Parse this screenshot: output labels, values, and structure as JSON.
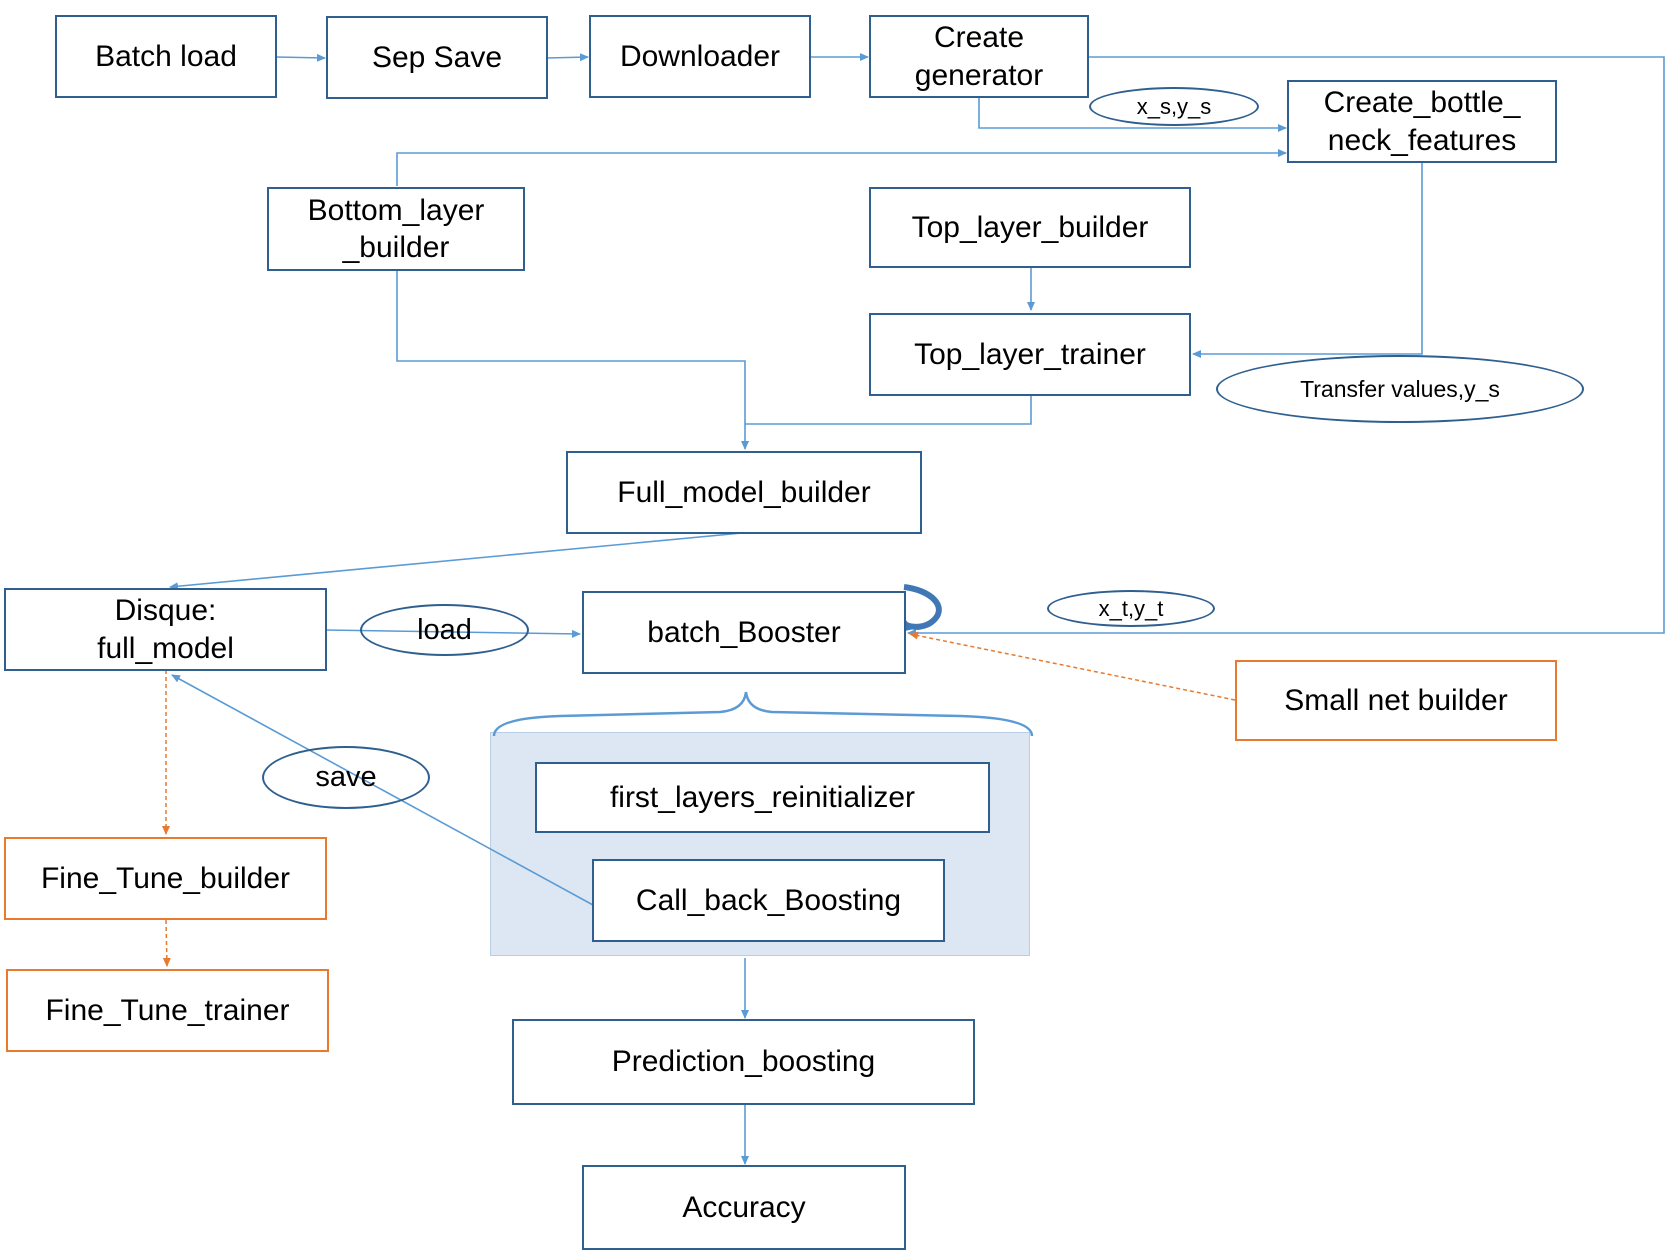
{
  "diagram": {
    "nodes": {
      "batch_load": "Batch load",
      "sep_save": "Sep Save",
      "downloader": "Downloader",
      "create_generator": [
        "Create",
        "generator"
      ],
      "create_bottleneck": [
        "Create_bottle_",
        "neck_features"
      ],
      "bottom_layer_builder": [
        "Bottom_layer",
        "_builder"
      ],
      "top_layer_builder": "Top_layer_builder",
      "top_layer_trainer": "Top_layer_trainer",
      "full_model_builder": "Full_model_builder",
      "disque_full_model": [
        "Disque:",
        "full_model"
      ],
      "batch_booster": "batch_Booster",
      "small_net_builder": "Small net builder",
      "first_layers_reinitializer": "first_layers_reinitializer",
      "call_back_boosting": "Call_back_Boosting",
      "prediction_boosting": "Prediction_boosting",
      "accuracy": "Accuracy",
      "fine_tune_builder": "Fine_Tune_builder",
      "fine_tune_trainer": "Fine_Tune_trainer"
    },
    "edge_labels": {
      "xs_ys": "x_s,y_s",
      "transfer_values": "Transfer values,y_s",
      "xt_yt": "x_t,y_t",
      "load": "load",
      "save": "save"
    },
    "colors": {
      "box_border": "#2e5f8f",
      "line": "#5b9bd5",
      "orange": "#e8792f",
      "group_fill": "#dde7f3"
    }
  }
}
